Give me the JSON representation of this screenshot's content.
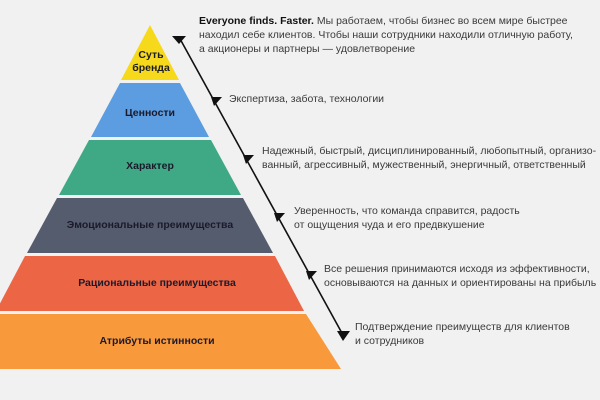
{
  "diagram": {
    "type": "pyramid",
    "background": "#f1f1f1",
    "tiers": [
      {
        "label_line1": "Суть",
        "label_line2": "бренда",
        "color": "#f6d91a"
      },
      {
        "label": "Ценности",
        "color": "#5b9de0"
      },
      {
        "label": "Характер",
        "color": "#3fa985"
      },
      {
        "label": "Эмоциональные преимущества",
        "color": "#555c6e"
      },
      {
        "label": "Рациональные преимущества",
        "color": "#ec6645"
      },
      {
        "label": "Атрибуты истинности",
        "color": "#f8993c"
      }
    ],
    "descriptions": [
      {
        "bold": "Everyone finds. Faster.",
        "line1_rest": " Мы работаем, чтобы бизнес во всем мире быстрее",
        "line2": "находил себе клиентов. Чтобы наши сотрудники находили отличную работу,",
        "line3": "а акционеры и партнеры — удовлетворение"
      },
      {
        "line1": "Экспертиза, забота, технологии"
      },
      {
        "line1": "Надежный, быстрый, дисциплинированный, любопытный, организо-",
        "line2": "ванный, агрессивный, мужественный, энергичный, ответственный"
      },
      {
        "line1": "Уверенность, что команда справится, радость",
        "line2": "от ощущения чуда и его предвкушение"
      },
      {
        "line1": "Все решения принимаются исходя из эффективности,",
        "line2": "основываются на данных и ориентированы на прибыль"
      },
      {
        "line1": "Подтверждение преимуществ для клиентов",
        "line2": "и сотрудников"
      }
    ],
    "connector_color": "#111111"
  }
}
